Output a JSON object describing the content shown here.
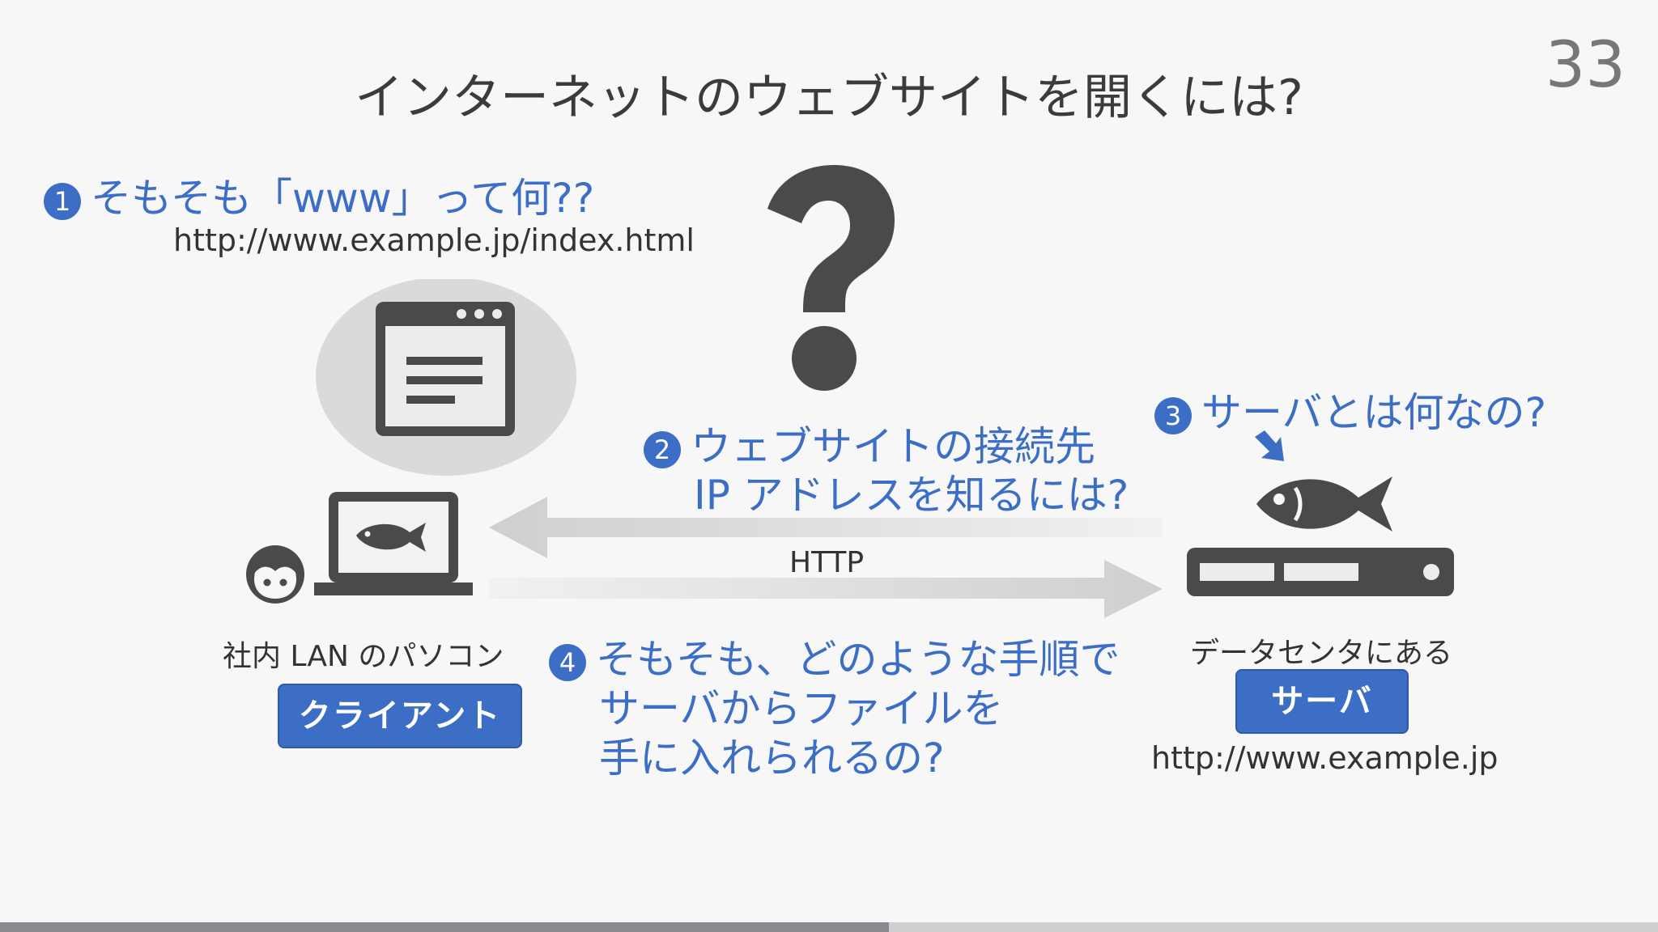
{
  "slide": {
    "title": "インターネットのウェブサイトを開くには?",
    "page_number": "33",
    "progress": 0.536
  },
  "q1": {
    "badge": "1",
    "text": "そもそも「www」って何??",
    "url": "http://www.example.jp/index.html"
  },
  "q2": {
    "badge": "2",
    "line1": "ウェブサイトの接続先",
    "line2": "IP アドレスを知るには?"
  },
  "q3": {
    "badge": "3",
    "text": "サーバとは何なの?"
  },
  "q4": {
    "badge": "4",
    "line1": "そもそも、どのような手順で",
    "line2": "サーバからファイルを",
    "line3": "手に入れられるの?"
  },
  "client": {
    "caption": "社内 LAN のパソコン",
    "button": "クライアント"
  },
  "server": {
    "caption": "データセンタにある",
    "button": "サーバ",
    "url": "http://www.example.jp"
  },
  "arrow_label": "HTTP",
  "icons": [
    "browser-window-icon",
    "question-mark-icon",
    "person-icon",
    "laptop-icon",
    "fish-icon",
    "server-icon",
    "down-arrow-icon"
  ],
  "colors": {
    "accent": "#3d6ec6",
    "icon_dark": "#4a4a4c",
    "bubble": "#dadadc",
    "arrow": "#d2d2d4"
  }
}
